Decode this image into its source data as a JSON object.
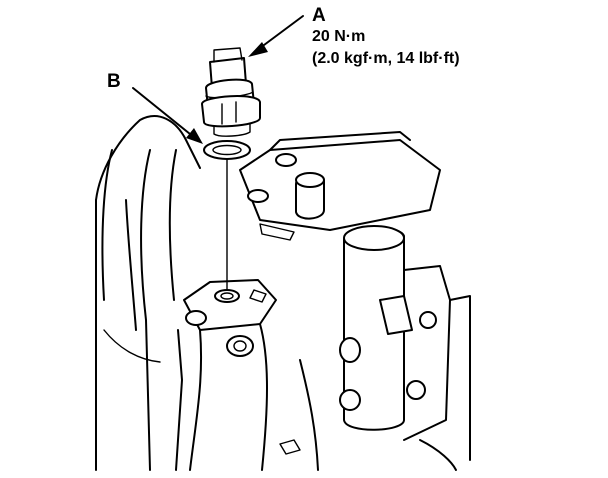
{
  "callouts": {
    "a": {
      "letter": "A",
      "torque": "20 N·m",
      "torque_alt": "(2.0 kgf·m, 14 lbf·ft)"
    },
    "b": {
      "letter": "B"
    }
  },
  "colors": {
    "ink": "#000000",
    "paper": "#ffffff"
  }
}
